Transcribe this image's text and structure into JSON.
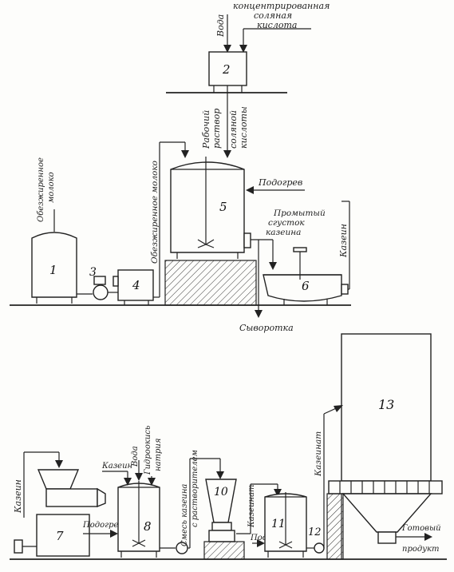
{
  "labels": {
    "water_top": "Вода",
    "hcl_conc_1": "концентрированная",
    "hcl_conc_2": "соляная",
    "hcl_conc_3": "кислота",
    "working_solution_1": "Рабочий",
    "working_solution_2": "раствор",
    "working_solution_3": "соляной",
    "working_solution_4": "кислоты",
    "skim_milk_left_1": "Обезжиренное",
    "skim_milk_left_2": "молоко",
    "skim_milk_mid": "Обезжиренное молоко",
    "heating_5": "Подогрев",
    "washed_curd_1": "Промытый",
    "washed_curd_2": "сгусток",
    "washed_curd_3": "казеина",
    "casein_right": "Казеин",
    "whey": "Сыворотка",
    "casein_left": "Казеин",
    "casein_8": "Казеин",
    "water_8": "Вода",
    "naoh_1": "Гидроокись",
    "naoh_2": "натрия",
    "heating_8": "Подогрев",
    "mixture_1": "Смесь казеина",
    "mixture_2": "с растворителем",
    "caseinate_11": "Казеинат",
    "heating_11": "Подогрев",
    "caseinate_13": "Казеинат",
    "finished_1": "Готовый",
    "finished_2": "продукт"
  },
  "equipment_numbers": [
    "1",
    "2",
    "3",
    "4",
    "5",
    "6",
    "7",
    "8",
    "10",
    "11",
    "12",
    "13"
  ]
}
